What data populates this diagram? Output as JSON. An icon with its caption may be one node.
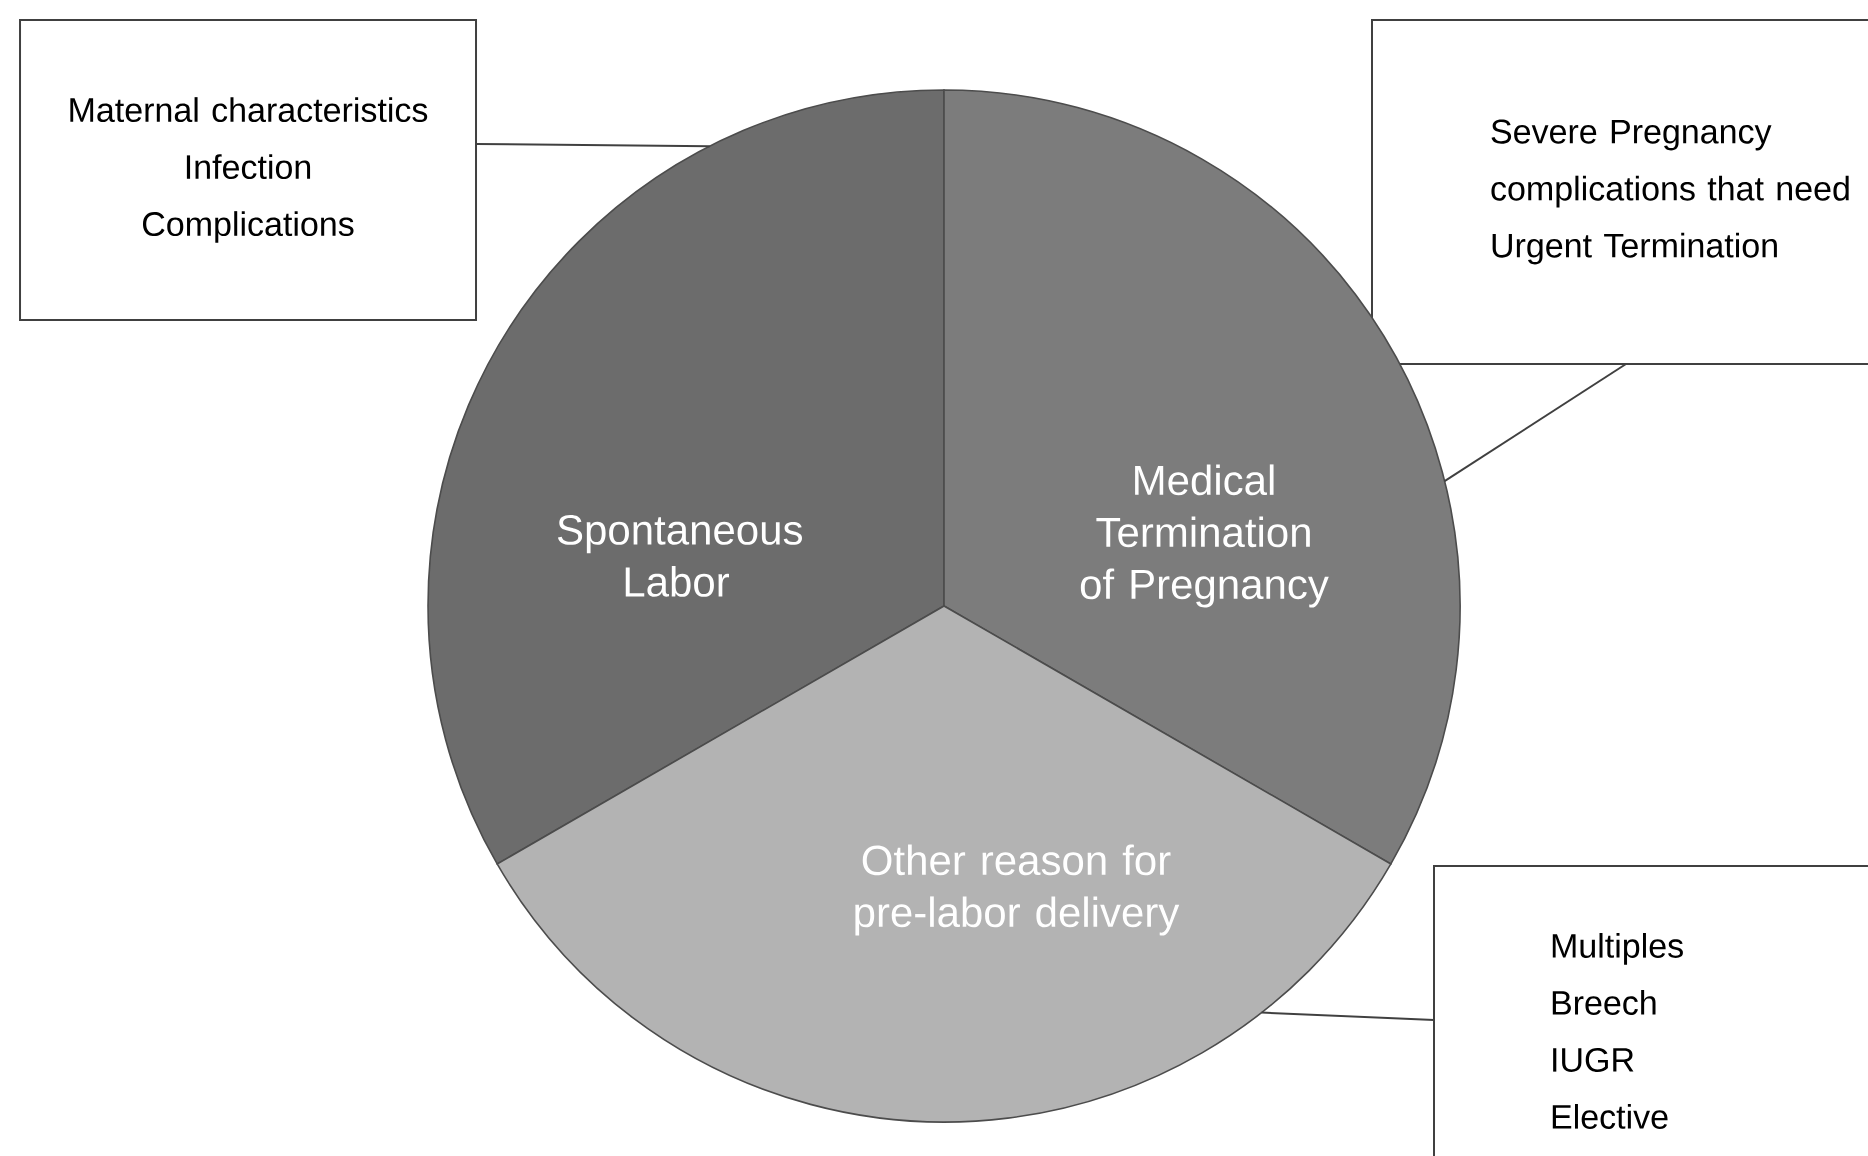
{
  "diagram": {
    "nodes": [
      {
        "text": [
          "Maternal characteristics",
          "Infection",
          "Complications"
        ]
      },
      {
        "text": [
          "Severe Pregnancy complications that need Urgent Termination"
        ]
      },
      {
        "text": [
          "Multiples",
          "Breech",
          "IUGR",
          "Elective"
        ]
      },
      {
        "text": [
          "Spontaneous Labor"
        ]
      },
      {
        "text": [
          "Medical Termination of Pregnancy"
        ]
      },
      {
        "text": [
          "Other reason for pre-labor delivery"
        ]
      }
    ],
    "edges": [
      {
        "from": 0,
        "to": 3,
        "arrow": "none"
      },
      {
        "from": 1,
        "to": 4,
        "arrow": "none"
      },
      {
        "from": 2,
        "to": 5,
        "arrow": "none"
      }
    ]
  }
}
